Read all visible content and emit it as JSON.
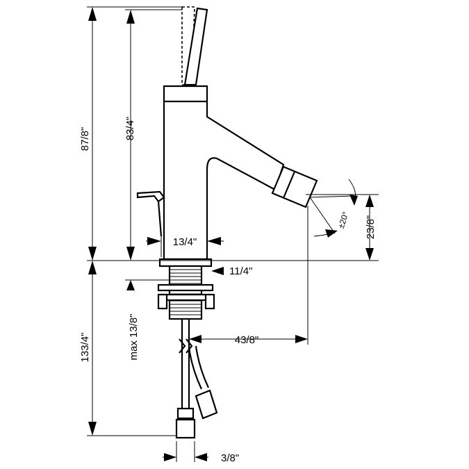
{
  "dimensions": {
    "total_height": "87/8\"",
    "spout_height": "83/4\"",
    "spout_width": "13/4\"",
    "shank_diameter": "11/4\"",
    "spout_tilt": "±20°",
    "outlet_height": "23/8\"",
    "reach": "43/8\"",
    "max_deck_thickness": "max 13/8\"",
    "below_deck_length": "133/4\"",
    "supply_connection": "3/8\""
  },
  "colors": {
    "line": "#000000",
    "background": "#ffffff"
  }
}
